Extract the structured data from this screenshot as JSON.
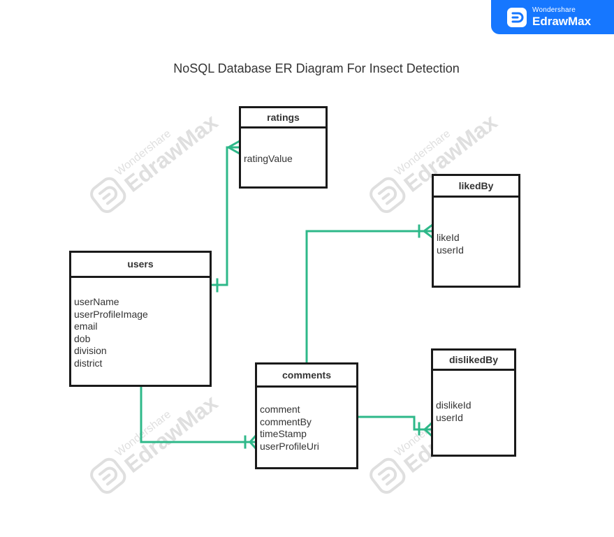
{
  "brand": {
    "vendor": "Wondershare",
    "product": "EdrawMax",
    "logo_icon": "edrawmax-logo-icon",
    "color": "#1677ff"
  },
  "title": "NoSQL Database ER Diagram For Insect Detection",
  "watermark": {
    "vendor": "Wondershare",
    "product": "EdrawMax",
    "icon": "edrawmax-logo-icon"
  },
  "connector_color": "#2eb889",
  "entities": {
    "ratings": {
      "name": "ratings",
      "fields": [
        "ratingValue"
      ]
    },
    "likedBy": {
      "name": "likedBy",
      "fields": [
        "likeId",
        "userId"
      ]
    },
    "users": {
      "name": "users",
      "fields": [
        "userName",
        "userProfileImage",
        "email",
        "dob",
        "division",
        "district"
      ]
    },
    "comments": {
      "name": "comments",
      "fields": [
        "comment",
        "commentBy",
        "timeStamp",
        "userProfileUri"
      ]
    },
    "dislikedBy": {
      "name": "dislikedBy",
      "fields": [
        "dislikeId",
        "userId"
      ]
    }
  },
  "relationships": [
    {
      "from": "users",
      "to": "ratings",
      "from_cardinality": "one",
      "to_cardinality": "many"
    },
    {
      "from": "users",
      "to": "comments",
      "from_cardinality": "none",
      "to_cardinality": "one-or-many"
    },
    {
      "from": "comments",
      "to": "likedBy",
      "from_cardinality": "none",
      "to_cardinality": "one-or-many"
    },
    {
      "from": "comments",
      "to": "dislikedBy",
      "from_cardinality": "none",
      "to_cardinality": "one-or-many"
    }
  ]
}
